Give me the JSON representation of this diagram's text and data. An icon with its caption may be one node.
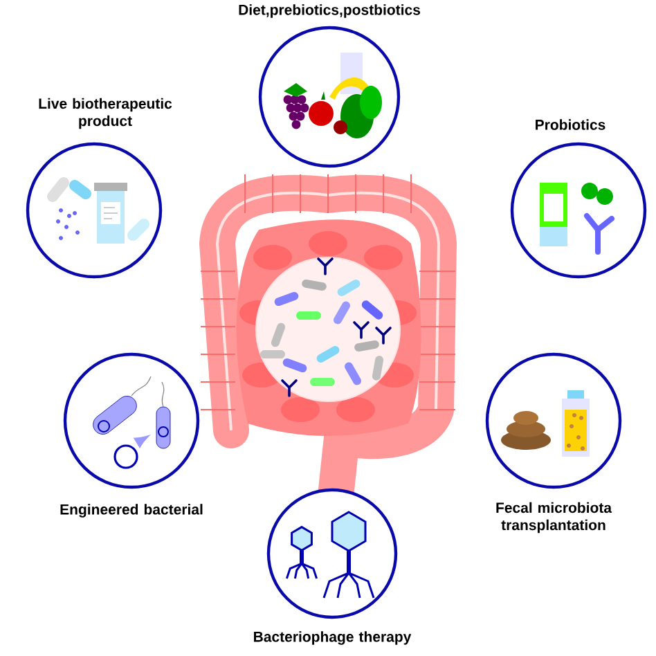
{
  "diagram": {
    "nodes": [
      {
        "text": [
          "Diet,prebiotics,postbiotics"
        ]
      },
      {
        "text": [
          "Probiotics"
        ]
      },
      {
        "text": [
          "Fecal microbiota transplantation"
        ]
      },
      {
        "text": [
          "Bacteriophage therapy"
        ]
      },
      {
        "text": [
          "Engineered bacterial"
        ]
      },
      {
        "text": [
          "Live biotherapeutic product"
        ]
      }
    ]
  }
}
